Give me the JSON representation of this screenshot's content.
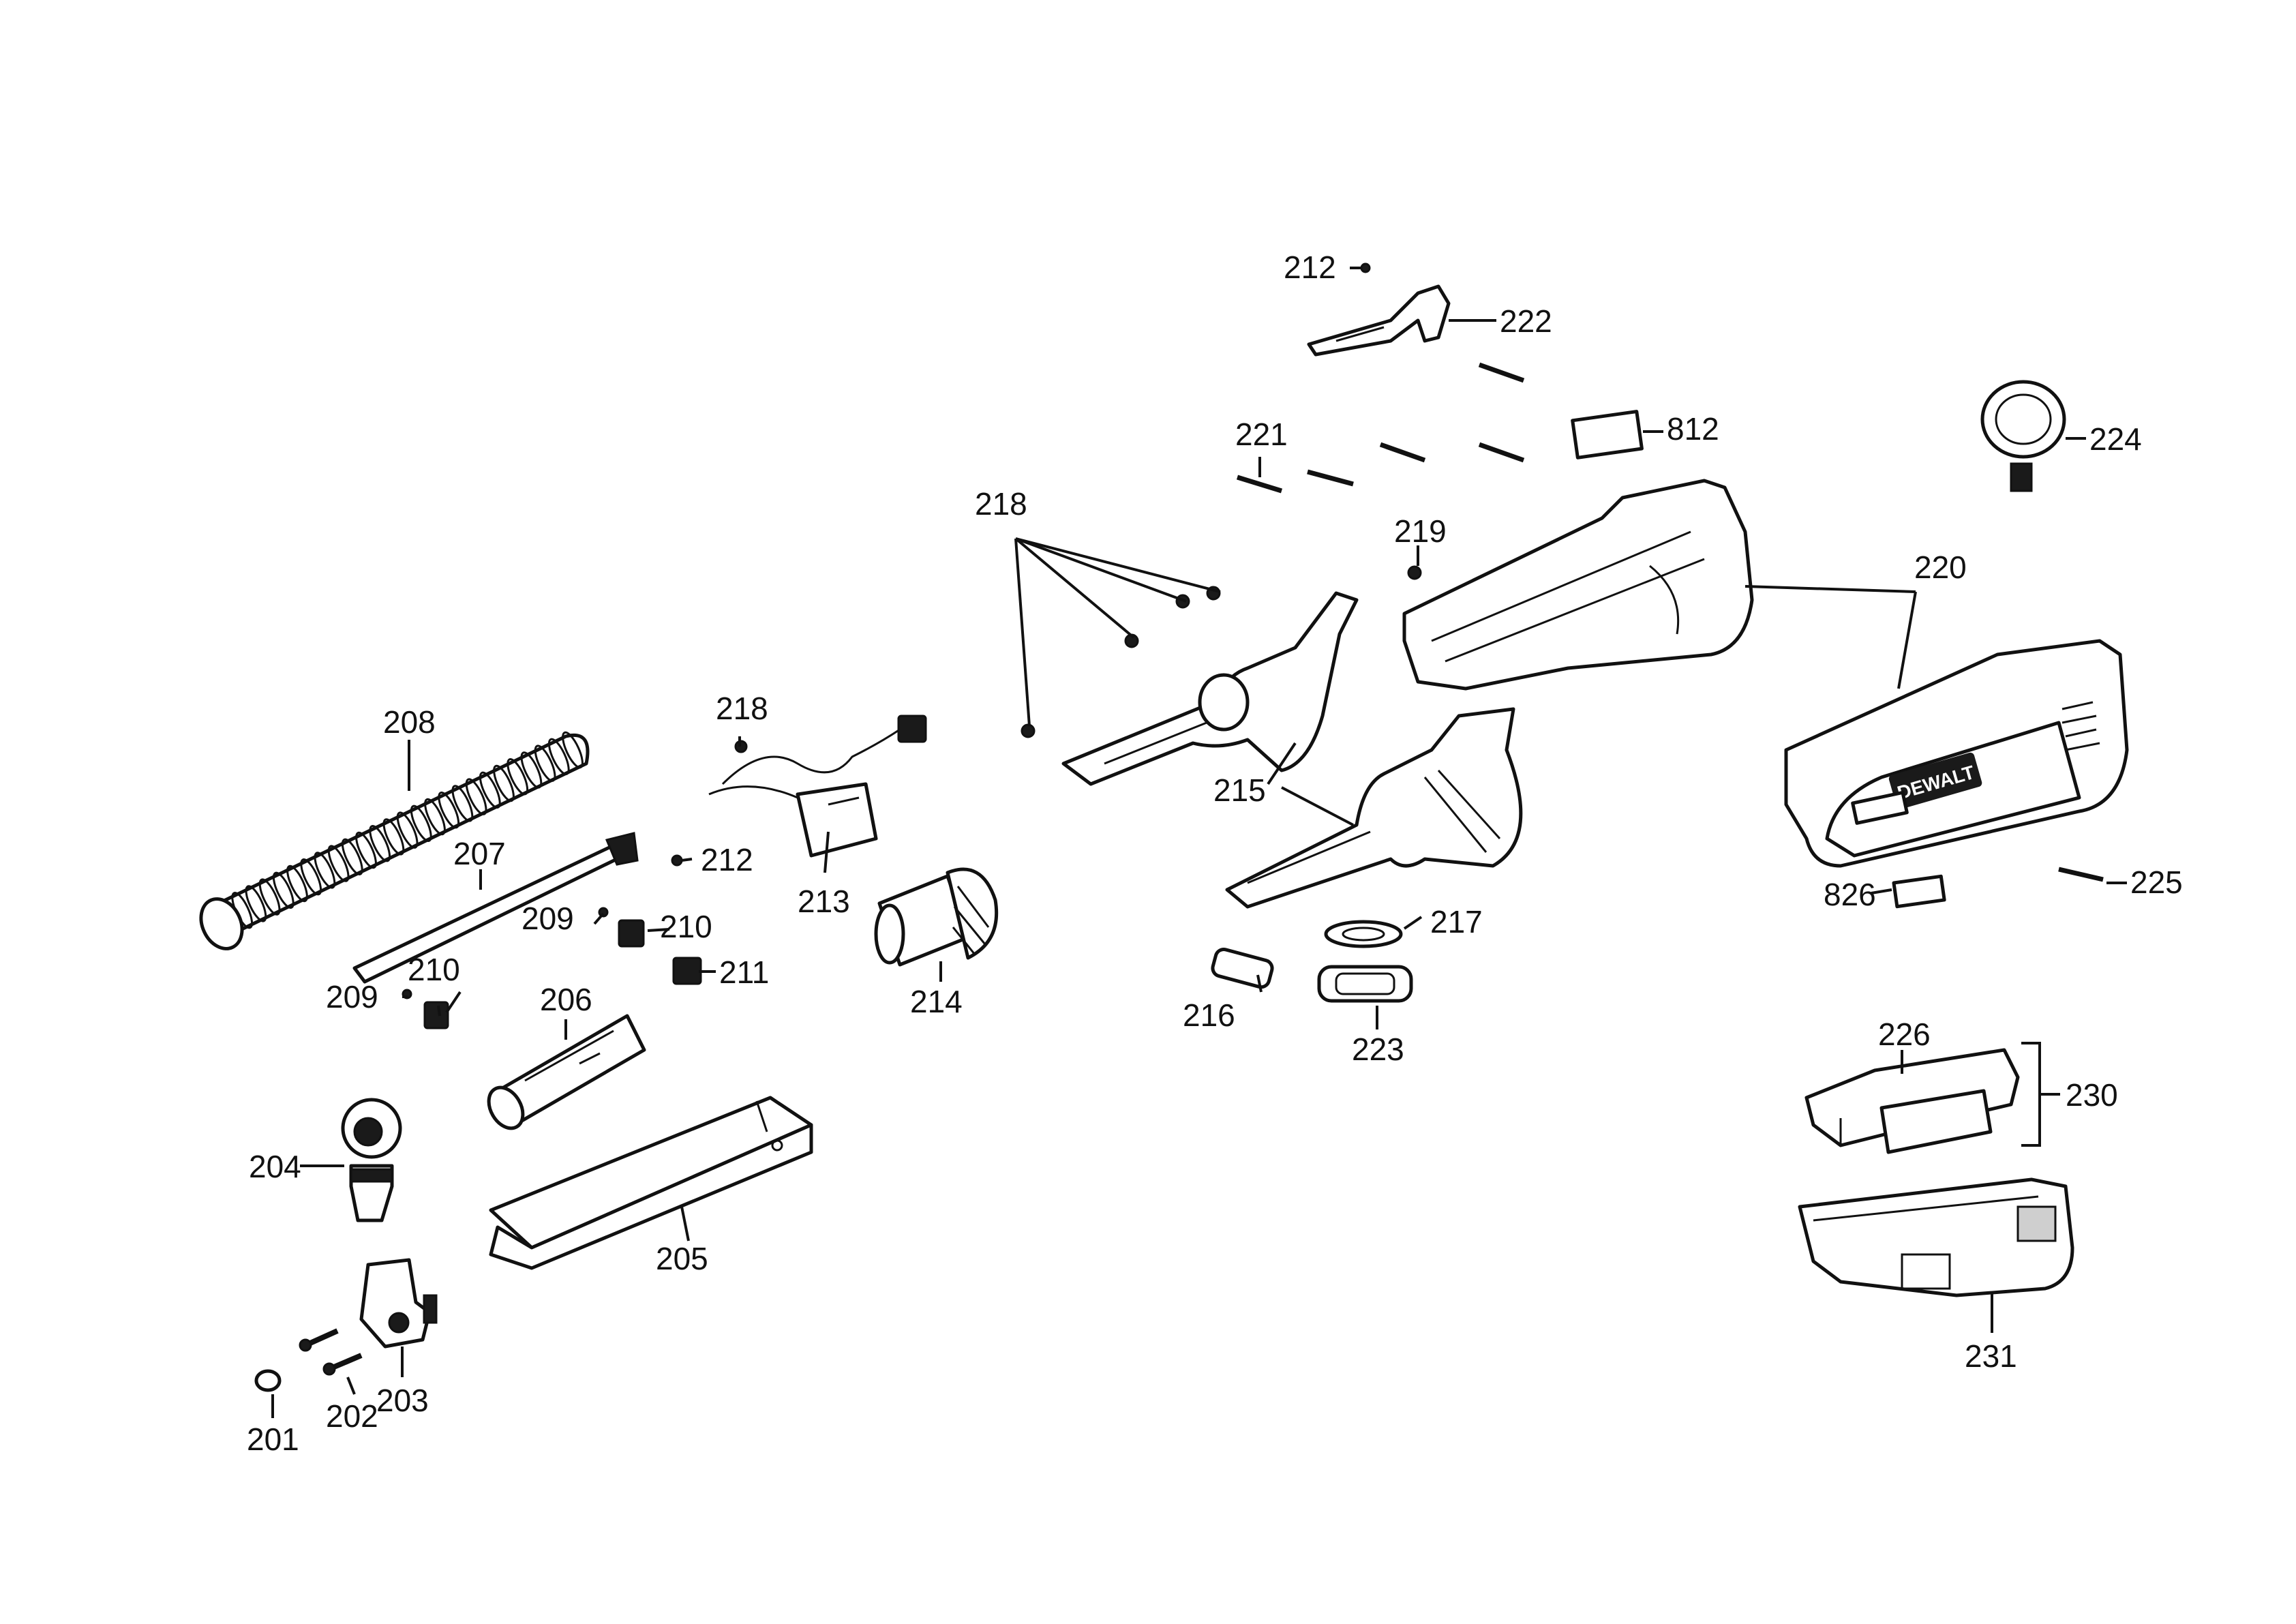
{
  "diagram": {
    "brand_logo_text": "DEWALT",
    "labels": {
      "p201": "201",
      "p202": "202",
      "p203": "203",
      "p204": "204",
      "p205": "205",
      "p206": "206",
      "p207": "207",
      "p208": "208",
      "p209a": "209",
      "p209b": "209",
      "p210a": "210",
      "p210b": "210",
      "p211": "211",
      "p212a": "212",
      "p212b": "212",
      "p213": "213",
      "p214": "214",
      "p215": "215",
      "p216": "216",
      "p217": "217",
      "p218a": "218",
      "p218b": "218",
      "p219": "219",
      "p220": "220",
      "p221": "221",
      "p222": "222",
      "p223": "223",
      "p224": "224",
      "p225": "225",
      "p226": "226",
      "p230": "230",
      "p231": "231",
      "p812": "812",
      "p826": "826"
    }
  }
}
